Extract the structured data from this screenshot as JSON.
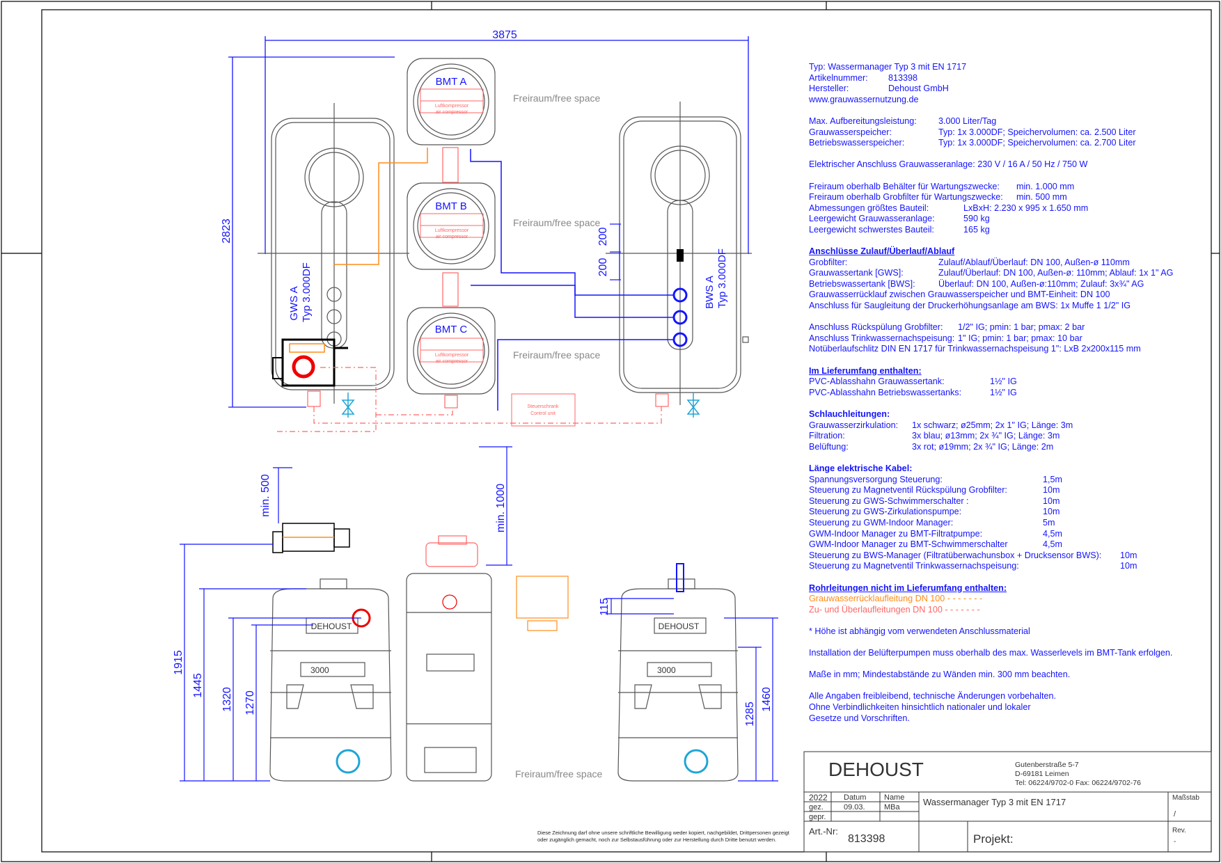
{
  "dimensions": {
    "overall_width": "3875",
    "overall_height": "2823",
    "bws_d1": "200",
    "bws_d2": "200",
    "min_500": "min. 500",
    "min_1000": "min. 1000",
    "d1915": "1915",
    "d1445": "1445",
    "d1320": "1320",
    "d1270": "1270",
    "d115": "115",
    "d1285": "1285",
    "d1460": "1460"
  },
  "labels": {
    "bmt_a": "BMT A",
    "bmt_b": "BMT B",
    "bmt_c": "BMT C",
    "compressor_1": "Luftkompressor",
    "compressor_2": "air compressor",
    "free_space": "Freiraum/free space",
    "gws_1": "GWS A",
    "gws_2": "Typ 3.000DF",
    "bws_1": "BWS A",
    "bws_2": "Typ 3.000DF",
    "control_1": "Steuerschrank",
    "control_2": "Control unit",
    "dehoust_plate": "DEHOUST",
    "volume_plate": "3000"
  },
  "spec": {
    "typ": "Typ: Wassermanager Typ 3 mit EN 1717",
    "artikel_label": "Artikelnummer:",
    "artikel_value": "813398",
    "hersteller_label": "Hersteller:",
    "hersteller_value": "Dehoust GmbH",
    "web": "www.grauwassernutzung.de",
    "leistung_label": "Max. Aufbereitungsleistung:",
    "leistung_value": "3.000 Liter/Tag",
    "gws_label": "Grauwasserspeicher:",
    "gws_value": "Typ: 1x 3.000DF; Speichervolumen: ca. 2.500 Liter",
    "bws_label": "Betriebswasserspeicher:",
    "bws_value": "Typ: 1x 3.000DF; Speichervolumen: ca. 2.700 Liter",
    "elektro": "Elektrischer Anschluss Grauwasseranlage: 230 V / 16 A / 50 Hz / 750 W",
    "frei1_label": "Freiraum oberhalb Behälter für Wartungszwecke:",
    "frei1_value": "min. 1.000 mm",
    "frei2_label": "Freiraum oberhalb Grobfilter für Wartungszwecke:",
    "frei2_value": "min. 500 mm",
    "abm_label": "Abmessungen größtes Bauteil:",
    "abm_value": "LxBxH: 2.230 x 995 x 1.650 mm",
    "leer1_label": "Leergewicht Grauwasseranlage:",
    "leer1_value": "590 kg",
    "leer2_label": "Leergewicht schwerstes Bauteil:",
    "leer2_value": "165 kg",
    "h_anschluesse": "Anschlüsse Zulauf/Überlauf/Ablauf",
    "grob_label": "Grobfilter:",
    "grob_value": "Zulauf/Ablauf/Überlauf: DN 100, Außen-ø 110mm",
    "gwt_label": "Grauwassertank [GWS]:",
    "gwt_value": "Zulauf/Überlauf: DN 100, Außen-ø: 110mm; Ablauf: 1x 1\" AG",
    "bwt_label": "Betriebswassertank [BWS]:",
    "bwt_value": "Überlauf: DN 100, Außen-ø:110mm; Zulauf: 3x¾\" AG",
    "ruecklauf": "Grauwasserrücklauf zwischen Grauwasserspeicher und BMT-Einheit:   DN 100",
    "saug": "Anschluss für Saugleitung der Druckerhöhungsanlage am BWS: 1x Muffe 1 1/2\" IG",
    "rueck_label": "Anschluss Rückspülung Grobfilter:",
    "rueck_value": "1/2\" IG; pmin: 1 bar; pmax: 2 bar",
    "trink_label": "Anschluss Trinkwassernachspeisung:",
    "trink_value": "1\" IG; pmin: 1 bar; pmax: 10 bar",
    "notueber": "Notüberlaufschlitz DIN EN 1717 für Trinkwassernachspeisung 1\": LxB 2x200x115 mm",
    "h_liefer": "Im Lieferumfang enthalten:",
    "pvc1_label": "PVC-Ablasshahn Grauwassertank:",
    "pvc1_value": "1½\" IG",
    "pvc2_label": "PVC-Ablasshahn Betriebswassertanks:",
    "pvc2_value": "1½\" IG",
    "h_schlauch": "Schlauchleitungen:",
    "sz_label": "Grauwasserzirkulation:",
    "sz_value": "1x schwarz; ø25mm; 2x 1\" IG; Länge: 3m",
    "sf_label": "Filtration:",
    "sf_value": "3x blau; ø13mm; 2x ¾\" IG; Länge: 3m",
    "sb_label": "Belüftung:",
    "sb_value": "3x rot; ø19mm; 2x ¾\" IG; Länge: 2m",
    "h_kabel": "Länge elektrische Kabel:",
    "k1_label": "Spannungsversorgung Steuerung:",
    "k1_value": "1,5m",
    "k2_label": "Steuerung zu Magnetventil Rückspülung Grobfilter:",
    "k2_value": "10m",
    "k3_label": "Steuerung zu GWS-Schwimmerschalter :",
    "k3_value": "10m",
    "k4_label": "Steuerung zu GWS-Zirkulationspumpe:",
    "k4_value": "10m",
    "k5_label": "Steuerung zu GWM-Indoor Manager:",
    "k5_value": "5m",
    "k6_label": "GWM-Indoor Manager zu BMT-Filtratpumpe:",
    "k6_value": "4,5m",
    "k7_label": "GWM-Indoor Manager zu BMT-Schwimmerschalter",
    "k7_value": "4,5m",
    "k8_label": "Steuerung zu BWS-Manager (Filtratüberwachunsbox + Drucksensor BWS):",
    "k8_value": "10m",
    "k9_label": "Steuerung zu Magnetventil Trinkwassernachspeisung:",
    "k9_value": "10m",
    "h_rohr": "Rohrleitungen nicht im Lieferumfang enthalten:",
    "rohr1": "Grauwasserrücklaufleitung DN 100 - - - - - - -",
    "rohr2": "Zu- und Überlaufleitungen  DN 100 - - - - - - -",
    "note_hoehe": "* Höhe ist abhängig vom verwendeten Anschlussmaterial",
    "note_install": "Installation der Belüfterpumpen muss oberhalb des max. Wasserlevels im BMT-Tank erfolgen.",
    "note_masse": "Maße in mm; Mindestabstände zu Wänden min. 300 mm beachten.",
    "note_all1": "Alle Angaben freibleibend, technische Änderungen vorbehalten.",
    "note_all2": "Ohne Verbindlichkeiten hinsichtlich nationaler und lokaler",
    "note_all3": "Gesetze und Vorschriften."
  },
  "title_block": {
    "company": "DEHOUST",
    "address1": "Gutenberstraße 5-7",
    "address2": "D-69181 Leimen",
    "address3": "Tel: 06224/9702-0  Fax: 06224/9702-76",
    "year": "2022",
    "datum_label": "Datum",
    "name_label": "Name",
    "gez_label": "gez.",
    "gez_date": "09.03.",
    "gez_name": "MBa",
    "gepr_label": "gepr.",
    "title": "Wassermanager Typ 3 mit EN 1717",
    "massstab_label": "Maßstab",
    "massstab_value": "/",
    "art_label": "Art.-Nr:",
    "art_value": "813398",
    "projekt_label": "Projekt:",
    "rev_label": "Rev.",
    "rev_value": "-"
  },
  "disclaimer": {
    "line1": "Diese Zeichnung darf ohne unsere schriftliche Bewilligung weder kopiert, nachgebildet, Drittpersonen gezeigt",
    "line2": "oder zugänglich gemacht, noch zur Selbstausführung oder zur Herstellung durch Dritte benutzt werden."
  },
  "colors": {
    "dimension_blue": "#1414ff",
    "pipe_orange": "#ff8c1a",
    "dashed_red": "#ff6666",
    "tank_gray": "#555555"
  }
}
